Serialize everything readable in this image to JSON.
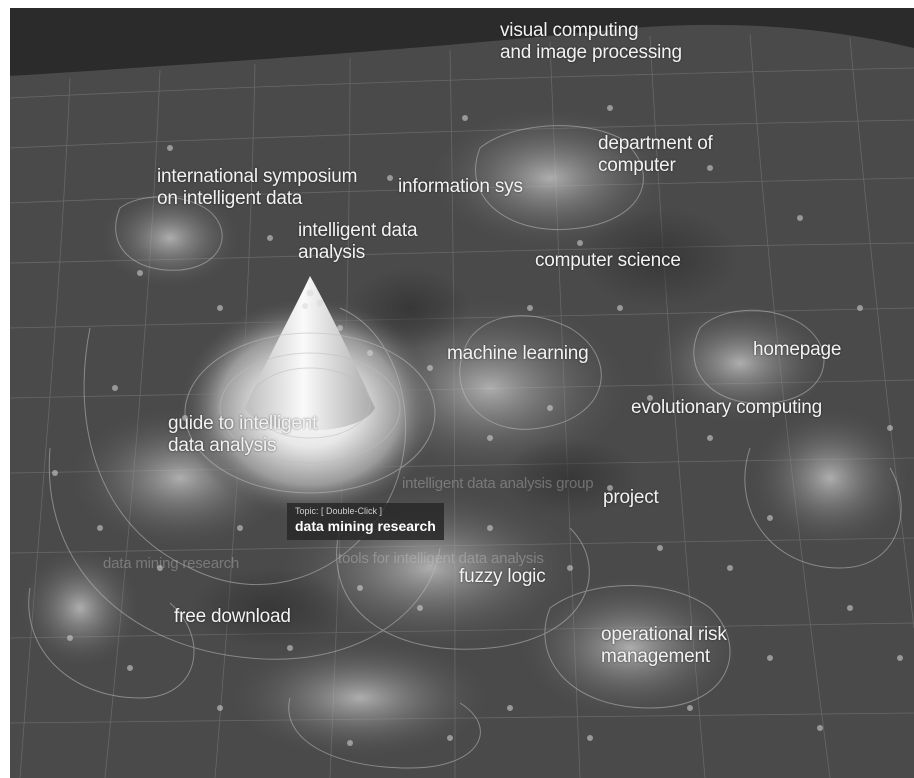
{
  "labels": {
    "visual_computing": [
      "visual computing",
      "and image processing"
    ],
    "department": [
      "department of",
      "computer"
    ],
    "symposium": [
      "international symposium",
      "on intelligent data"
    ],
    "information_sys": "information sys",
    "intelligent_data_analysis": [
      "intelligent data",
      "analysis"
    ],
    "computer_science": "computer science",
    "machine_learning": "machine learning",
    "homepage": "homepage",
    "evolutionary_computing": "evolutionary computing",
    "guide": [
      "guide to intelligent",
      "data analysis"
    ],
    "project": "project",
    "fuzzy_logic": "fuzzy logic",
    "free_download": "free download",
    "operational_risk": [
      "operational risk",
      "management"
    ]
  },
  "faint_labels": {
    "group": "intelligent data analysis group",
    "data_mining": "data mining research",
    "tools": "tools for intelligent data analysis"
  },
  "tooltip": {
    "hint": "Topic:  [ Double-Click ]",
    "title": "data mining research"
  },
  "colors": {
    "sky": "#2b2b2b",
    "terrain": "#4a4a4a",
    "peak": "#f5f5f5",
    "label": "#f2f2f2"
  }
}
